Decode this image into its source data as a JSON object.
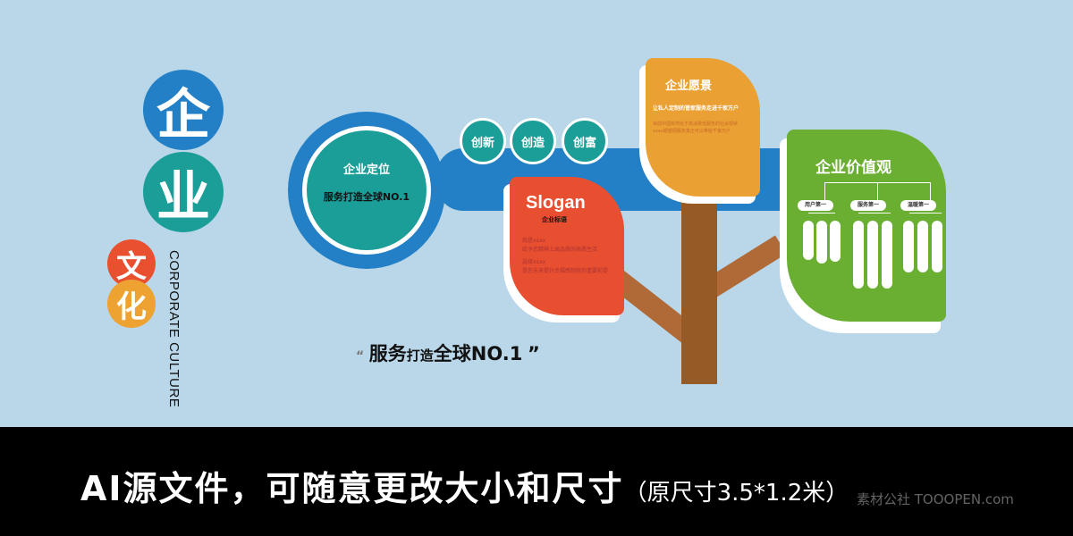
{
  "logo": {
    "chars": [
      "企",
      "业",
      "文",
      "化"
    ],
    "english": [
      "CORPORATE",
      "CULTURE"
    ]
  },
  "positioning": {
    "title": "企业定位",
    "text": "服务打造全球NO.1"
  },
  "values_circles": [
    "创新",
    "创造",
    "创富"
  ],
  "slogan": {
    "title": "Slogan",
    "subtitle": "企业标语",
    "line1": "我是xxxx",
    "line2": "给予您精神上高品质的高质生活",
    "line3": "选择xxxx",
    "line4": "是您未来提升幸福感制胜的重要前提"
  },
  "vision": {
    "title": "企业愿景",
    "subtitle": "让私人定制的管家服务走进千家万户",
    "body1": "目前中国依然处于高消费低服务的社会现状",
    "body2": "xxxx期望把服务真正可以带给千家万户"
  },
  "core_values": {
    "title": "企业价值观",
    "groups": [
      {
        "label": "用户第一"
      },
      {
        "label": "服务第一"
      },
      {
        "label": "温暖第一"
      }
    ]
  },
  "quote": {
    "open": "“",
    "part1": "服务",
    "part2": "打造",
    "part3": "全球NO.1",
    "close": "”"
  },
  "banner": {
    "main": "AI源文件，可随意更改大小和尺寸",
    "size": "（原尺寸3.5*1.2米）",
    "watermark": "素材公社 TOOOPEN.com"
  },
  "colors": {
    "background": "#b9d7e9",
    "blue": "#2380c6",
    "teal": "#1b9e98",
    "red": "#e84f30",
    "orange": "#eba033",
    "green": "#6aaf31",
    "trunk": "#955a26"
  }
}
